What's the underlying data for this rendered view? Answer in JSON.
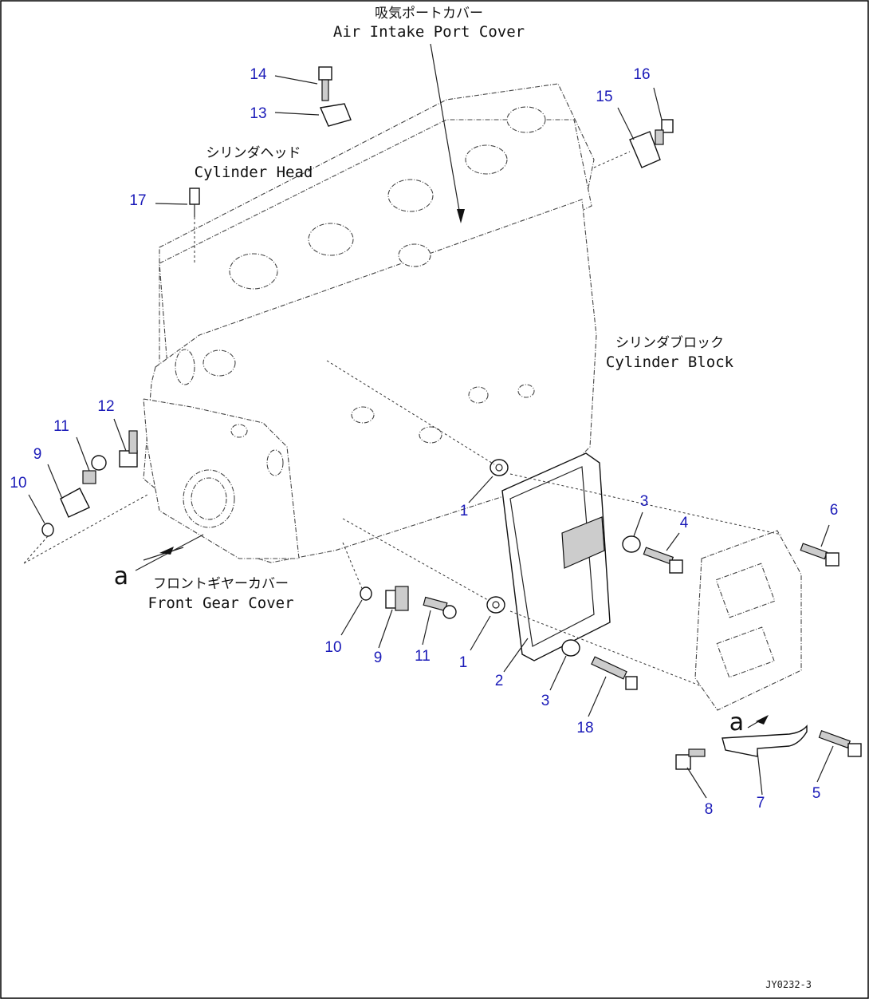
{
  "captions": {
    "air_intake_jp": "吸気ポートカバー",
    "air_intake_en": "Air Intake Port Cover",
    "cyl_head_jp": "シリンダヘッド",
    "cyl_head_en": "Cylinder Head",
    "cyl_block_jp": "シリンダブロック",
    "cyl_block_en": "Cylinder Block",
    "front_gear_jp": "フロントギヤーカバー",
    "front_gear_en": "Front Gear Cover"
  },
  "view_marks": {
    "left": "a",
    "right": "a"
  },
  "callouts": [
    {
      "id": "c14",
      "label": "14"
    },
    {
      "id": "c13",
      "label": "13"
    },
    {
      "id": "c16",
      "label": "16"
    },
    {
      "id": "c15",
      "label": "15"
    },
    {
      "id": "c17",
      "label": "17"
    },
    {
      "id": "c12",
      "label": "12"
    },
    {
      "id": "c11a",
      "label": "11"
    },
    {
      "id": "c9a",
      "label": "9"
    },
    {
      "id": "c10a",
      "label": "10"
    },
    {
      "id": "c1a",
      "label": "1"
    },
    {
      "id": "c3a",
      "label": "3"
    },
    {
      "id": "c4",
      "label": "4"
    },
    {
      "id": "c6",
      "label": "6"
    },
    {
      "id": "c10b",
      "label": "10"
    },
    {
      "id": "c9b",
      "label": "9"
    },
    {
      "id": "c11b",
      "label": "11"
    },
    {
      "id": "c1b",
      "label": "1"
    },
    {
      "id": "c2",
      "label": "2"
    },
    {
      "id": "c3b",
      "label": "3"
    },
    {
      "id": "c18",
      "label": "18"
    },
    {
      "id": "c8",
      "label": "8"
    },
    {
      "id": "c7",
      "label": "7"
    },
    {
      "id": "c5",
      "label": "5"
    }
  ],
  "drawing_code": "JY0232-3"
}
